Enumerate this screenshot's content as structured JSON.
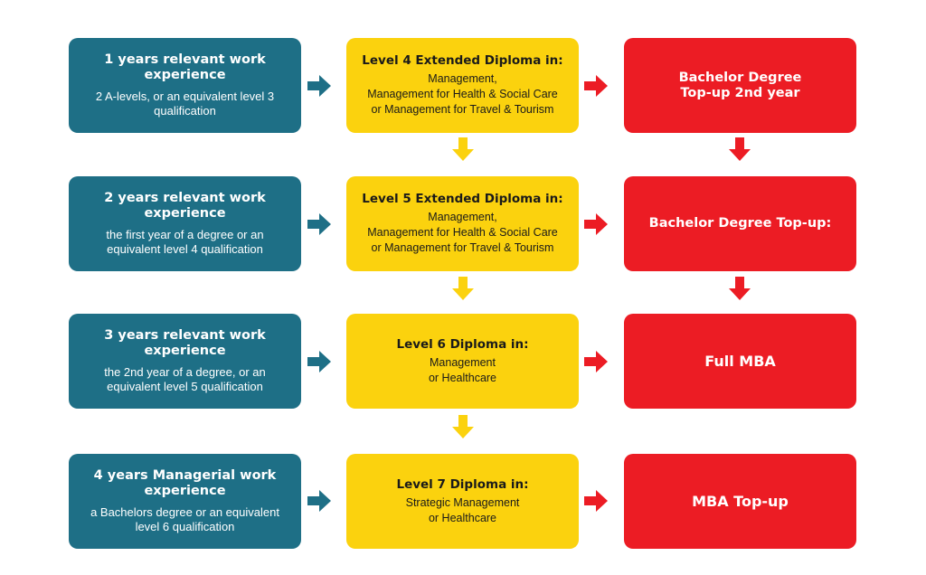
{
  "colors": {
    "teal": "#1e6f86",
    "yellow": "#fbd20e",
    "red": "#ec1c24"
  },
  "rows": [
    {
      "experience": {
        "title": "1 years relevant work experience",
        "description": "2 A-levels, or an equivalent level 3 qualification"
      },
      "diploma": {
        "title": "Level 4 Extended Diploma in:",
        "lines": [
          "Management,",
          "Management for Health & Social Care",
          "or Management for Travel & Tourism"
        ]
      },
      "outcome": {
        "lines": [
          "Bachelor Degree",
          "Top-up 2nd year"
        ]
      }
    },
    {
      "experience": {
        "title": "2 years relevant work experience",
        "description": "the first year of a degree or an equivalent level 4 qualification"
      },
      "diploma": {
        "title": "Level 5 Extended Diploma in:",
        "lines": [
          "Management,",
          "Management for Health & Social Care",
          "or Management for Travel & Tourism"
        ]
      },
      "outcome": {
        "lines": [
          "Bachelor Degree Top-up:"
        ]
      }
    },
    {
      "experience": {
        "title": "3 years relevant work experience",
        "description": "the 2nd year of a degree, or an equivalent level 5 qualification"
      },
      "diploma": {
        "title": "Level 6 Diploma in:",
        "lines": [
          "Management",
          "or Healthcare"
        ]
      },
      "outcome": {
        "lines": [
          "Full MBA"
        ]
      }
    },
    {
      "experience": {
        "title": "4 years Managerial work experience",
        "description": "a Bachelors degree or an equivalent level 6 qualification"
      },
      "diploma": {
        "title": "Level 7 Diploma in:",
        "lines": [
          "Strategic Management",
          "or Healthcare"
        ]
      },
      "outcome": {
        "lines": [
          "MBA Top-up"
        ]
      }
    }
  ]
}
